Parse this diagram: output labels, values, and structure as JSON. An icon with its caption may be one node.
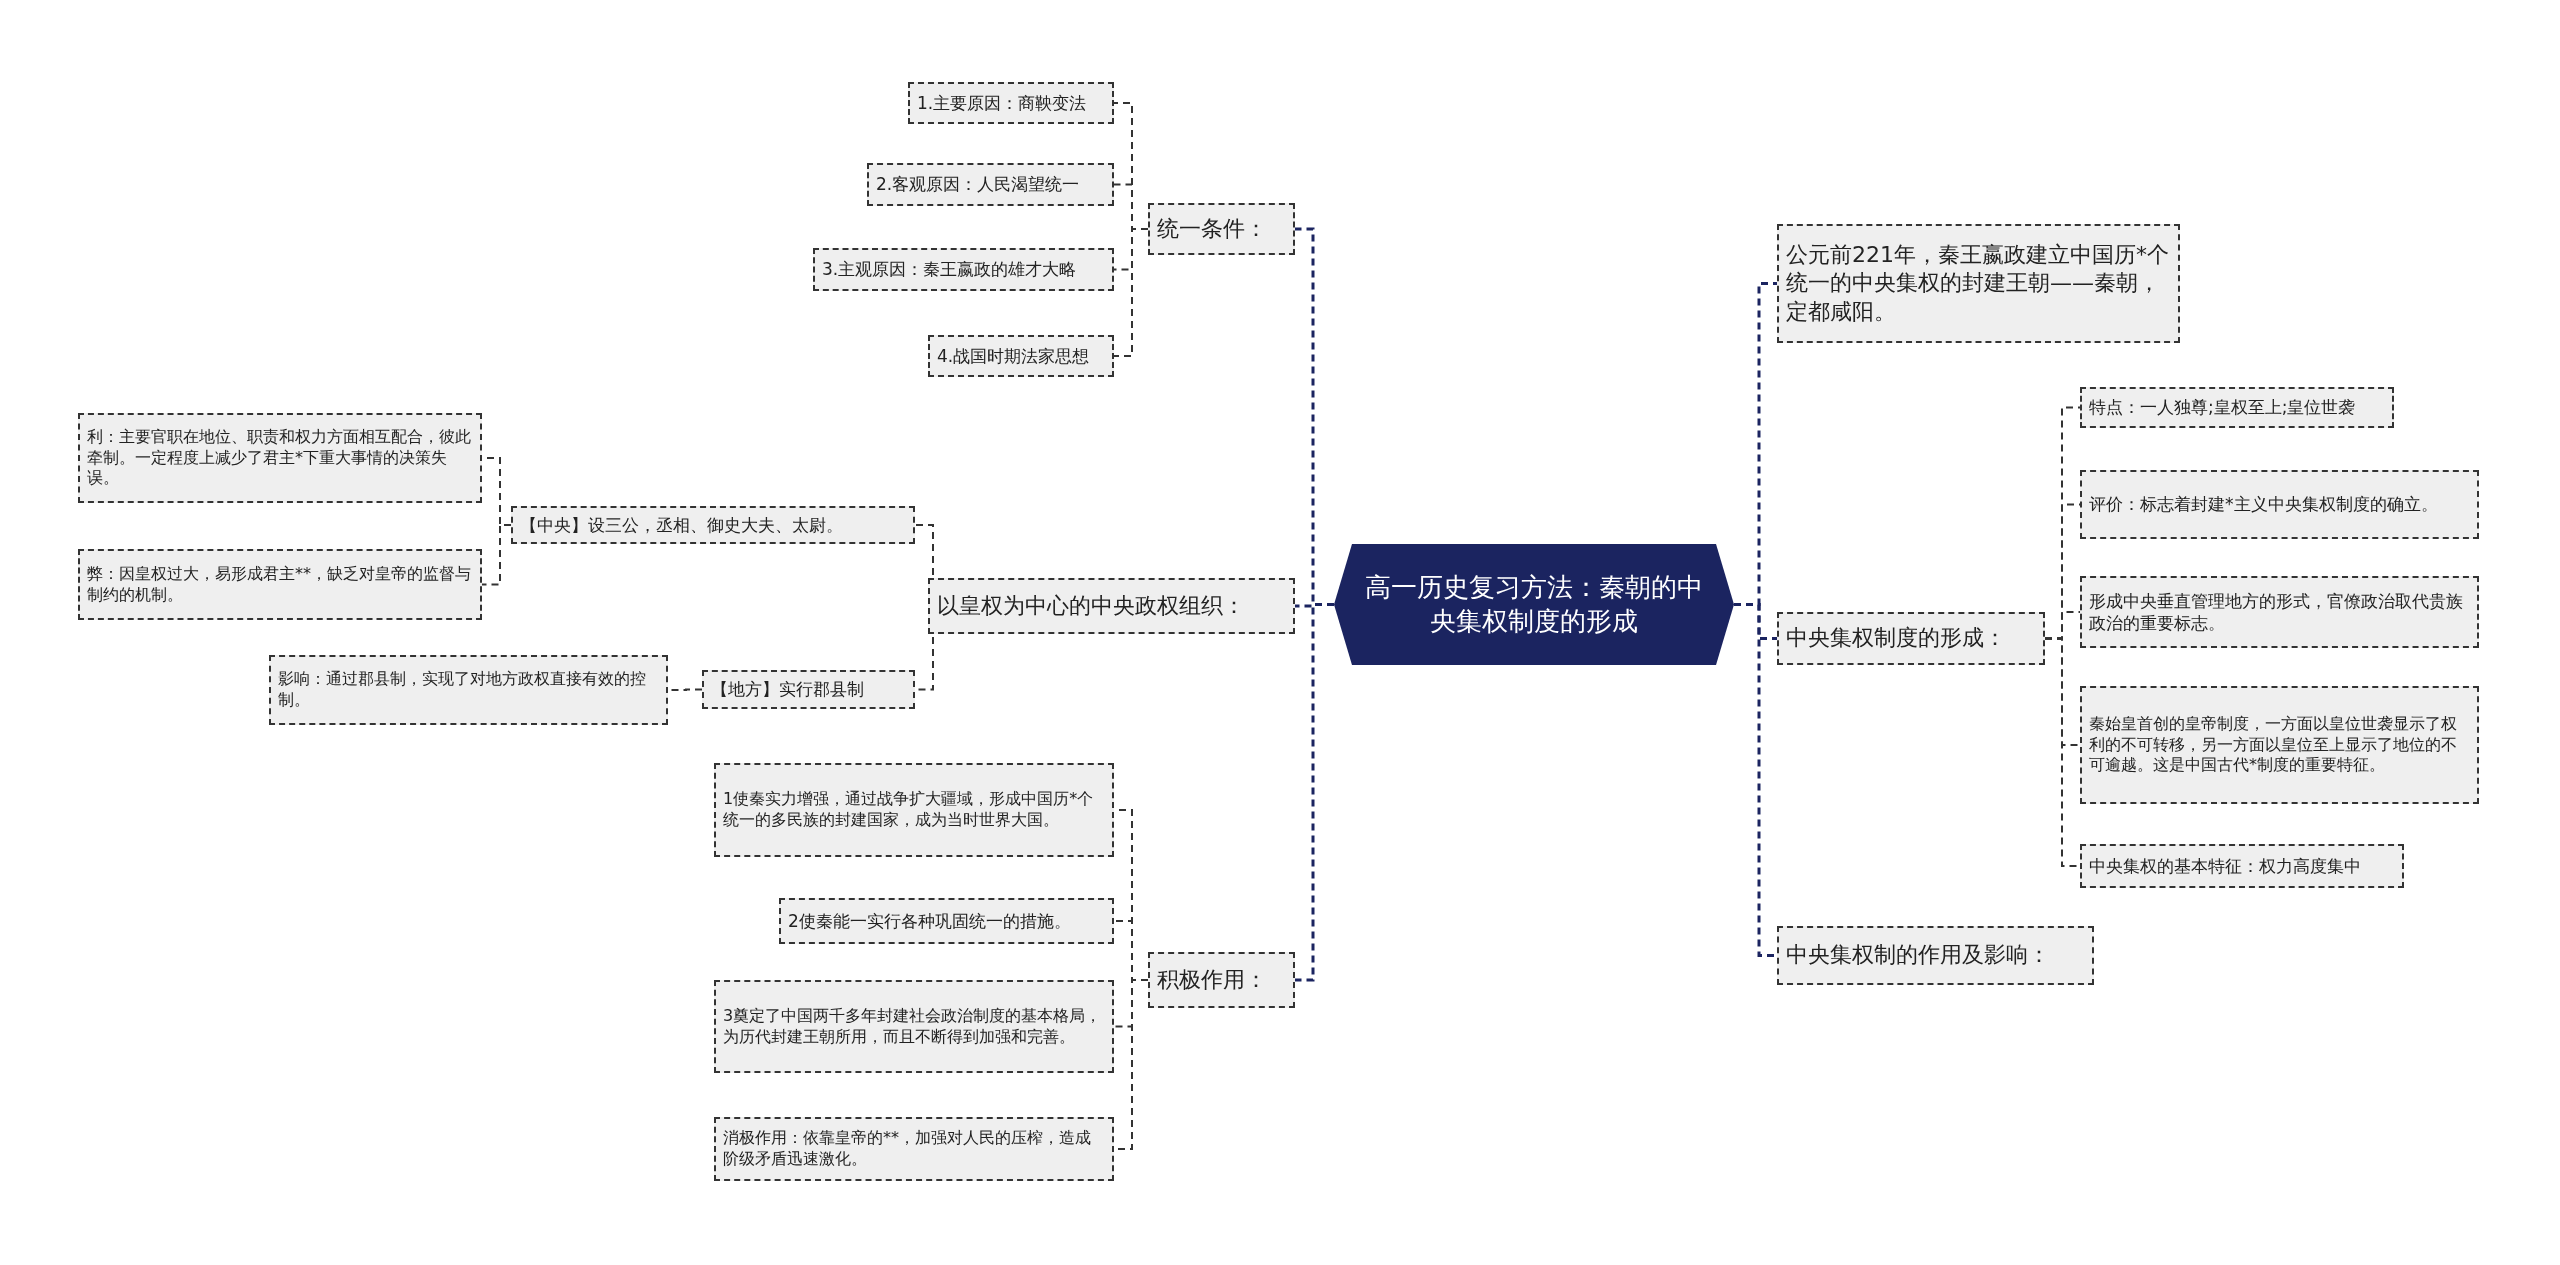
{
  "diagram": {
    "nodes": [
      {
        "text": [
          "高一历史复习方法：秦朝的中央集权制度的形成"
        ]
      },
      {
        "text": [
          "统一条件："
        ]
      },
      {
        "text": [
          "1.主要原因：商鞅变法"
        ]
      },
      {
        "text": [
          "2.客观原因：人民渴望统一"
        ]
      },
      {
        "text": [
          "3.主观原因：秦王嬴政的雄才大略"
        ]
      },
      {
        "text": [
          "4.战国时期法家思想"
        ]
      },
      {
        "text": [
          "以皇权为中心的中央政权组织："
        ]
      },
      {
        "text": [
          "【中央】设三公，丞相、御史大夫、太尉。"
        ]
      },
      {
        "text": [
          "利：主要官职在地位、职责和权力方面相互配合，彼此牵制。一定程度上减少了君主*下重大事情的决策失误。"
        ]
      },
      {
        "text": [
          "弊：因皇权过大，易形成君主**，缺乏对皇帝的监督与制约的机制。"
        ]
      },
      {
        "text": [
          "【地方】实行郡县制"
        ]
      },
      {
        "text": [
          "影响：通过郡县制，实现了对地方政权直接有效的控制。"
        ]
      },
      {
        "text": [
          "积极作用："
        ]
      },
      {
        "text": [
          "1使秦实力增强，通过战争扩大疆域，形成中国历*个统一的多民族的封建国家，成为当时世界大国。"
        ]
      },
      {
        "text": [
          "2使秦能一实行各种巩固统一的措施。"
        ]
      },
      {
        "text": [
          "3奠定了中国两千多年封建社会政治制度的基本格局，为历代封建王朝所用，而且不断得到加强和完善。"
        ]
      },
      {
        "text": [
          "消极作用：依靠皇帝的**，加强对人民的压榨，造成阶级矛盾迅速激化。"
        ]
      },
      {
        "text": [
          "公元前221年，秦王嬴政建立中国历*个统一的中央集权的封建王朝——秦朝，定都咸阳。"
        ]
      },
      {
        "text": [
          "中央集权制度的形成："
        ]
      },
      {
        "text": [
          "特点：一人独尊;皇权至上;皇位世袭"
        ]
      },
      {
        "text": [
          "评价：标志着封建*主义中央集权制度的确立。"
        ]
      },
      {
        "text": [
          "形成中央垂直管理地方的形式，官僚政治取代贵族政治的重要标志。"
        ]
      },
      {
        "text": [
          "秦始皇首创的皇帝制度，一方面以皇位世袭显示了权利的不可转移，另一方面以皇位至上显示了地位的不可逾越。这是中国古代*制度的重要特征。"
        ]
      },
      {
        "text": [
          "中央集权的基本特征：权力高度集中"
        ]
      },
      {
        "text": [
          "中央集权制的作用及影响："
        ]
      }
    ],
    "edges": [
      {
        "from": 0,
        "to": 1,
        "arrow": "none"
      },
      {
        "from": 1,
        "to": 2,
        "arrow": "none"
      },
      {
        "from": 1,
        "to": 3,
        "arrow": "none"
      },
      {
        "from": 1,
        "to": 4,
        "arrow": "none"
      },
      {
        "from": 1,
        "to": 5,
        "arrow": "none"
      },
      {
        "from": 0,
        "to": 6,
        "arrow": "none"
      },
      {
        "from": 6,
        "to": 7,
        "arrow": "none"
      },
      {
        "from": 7,
        "to": 8,
        "arrow": "none"
      },
      {
        "from": 7,
        "to": 9,
        "arrow": "none"
      },
      {
        "from": 6,
        "to": 10,
        "arrow": "none"
      },
      {
        "from": 10,
        "to": 11,
        "arrow": "none"
      },
      {
        "from": 0,
        "to": 12,
        "arrow": "none"
      },
      {
        "from": 12,
        "to": 13,
        "arrow": "none"
      },
      {
        "from": 12,
        "to": 14,
        "arrow": "none"
      },
      {
        "from": 12,
        "to": 15,
        "arrow": "none"
      },
      {
        "from": 12,
        "to": 16,
        "arrow": "none"
      },
      {
        "from": 0,
        "to": 17,
        "arrow": "none"
      },
      {
        "from": 0,
        "to": 18,
        "arrow": "none"
      },
      {
        "from": 18,
        "to": 19,
        "arrow": "none"
      },
      {
        "from": 18,
        "to": 20,
        "arrow": "none"
      },
      {
        "from": 18,
        "to": 21,
        "arrow": "none"
      },
      {
        "from": 18,
        "to": 22,
        "arrow": "none"
      },
      {
        "from": 18,
        "to": 23,
        "arrow": "none"
      },
      {
        "from": 0,
        "to": 24,
        "arrow": "none"
      }
    ]
  }
}
